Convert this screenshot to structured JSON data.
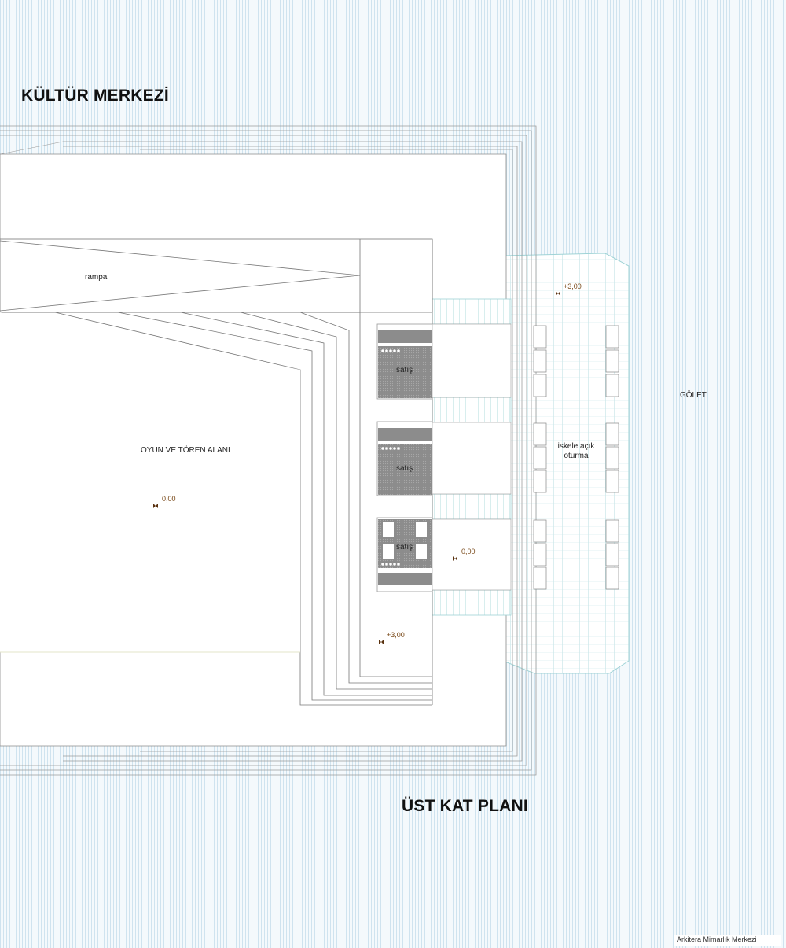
{
  "titles": {
    "building": "KÜLTÜR MERKEZİ",
    "plan": "ÜST KAT PLANI"
  },
  "labels": {
    "ramp": "rampa",
    "plaza": "OYUN VE TÖREN ALANI",
    "pond": "GÖLET",
    "sale_1": "satış",
    "sale_2": "satış",
    "sale_3": "satış",
    "pier_seating_line1": "iskele açık",
    "pier_seating_line2": "oturma"
  },
  "elevations": {
    "plaza": "0,00",
    "pier_top": "+3,00",
    "terrace_mid": "0,00",
    "terrace_bottom": "+3,00"
  },
  "credit": "Arkitera Mimarlık Merkezi",
  "colors": {
    "water_lines": "#cfe3ef",
    "pier_lines": "#9fd3d6",
    "kiosk_fill": "#8c8c8c",
    "elevation_text": "#7a4a1a"
  }
}
